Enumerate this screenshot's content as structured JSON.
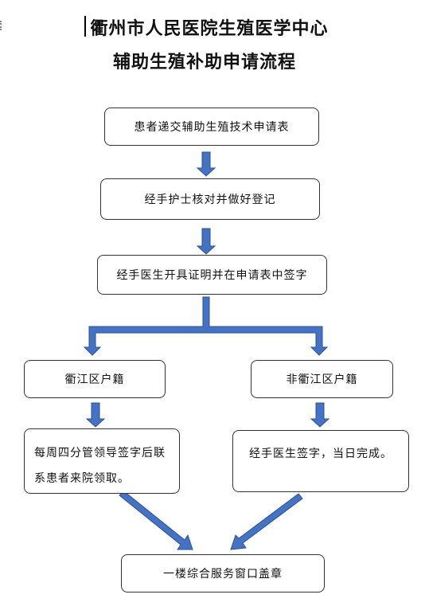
{
  "header": {
    "title_line1": "衢州市人民医院生殖医学中心",
    "title_line2": "辅助生殖补助申请流程"
  },
  "flow": {
    "step1": "患者递交辅助生殖技术申请表",
    "step2": "经手护士核对并做好登记",
    "step3": "经手医生开具证明并在申请表中签字",
    "branch_left": "衢江区户籍",
    "branch_right": "非衢江区户籍",
    "left_action": "每周四分管领导签字后联系患者来院领取。",
    "right_action": "经手医生签字，当日完成。",
    "final": "一楼综合服务窗口盖章"
  },
  "colors": {
    "arrow": "#4472c4",
    "arrow_stroke": "#2f528f",
    "box_border": "#333333"
  }
}
